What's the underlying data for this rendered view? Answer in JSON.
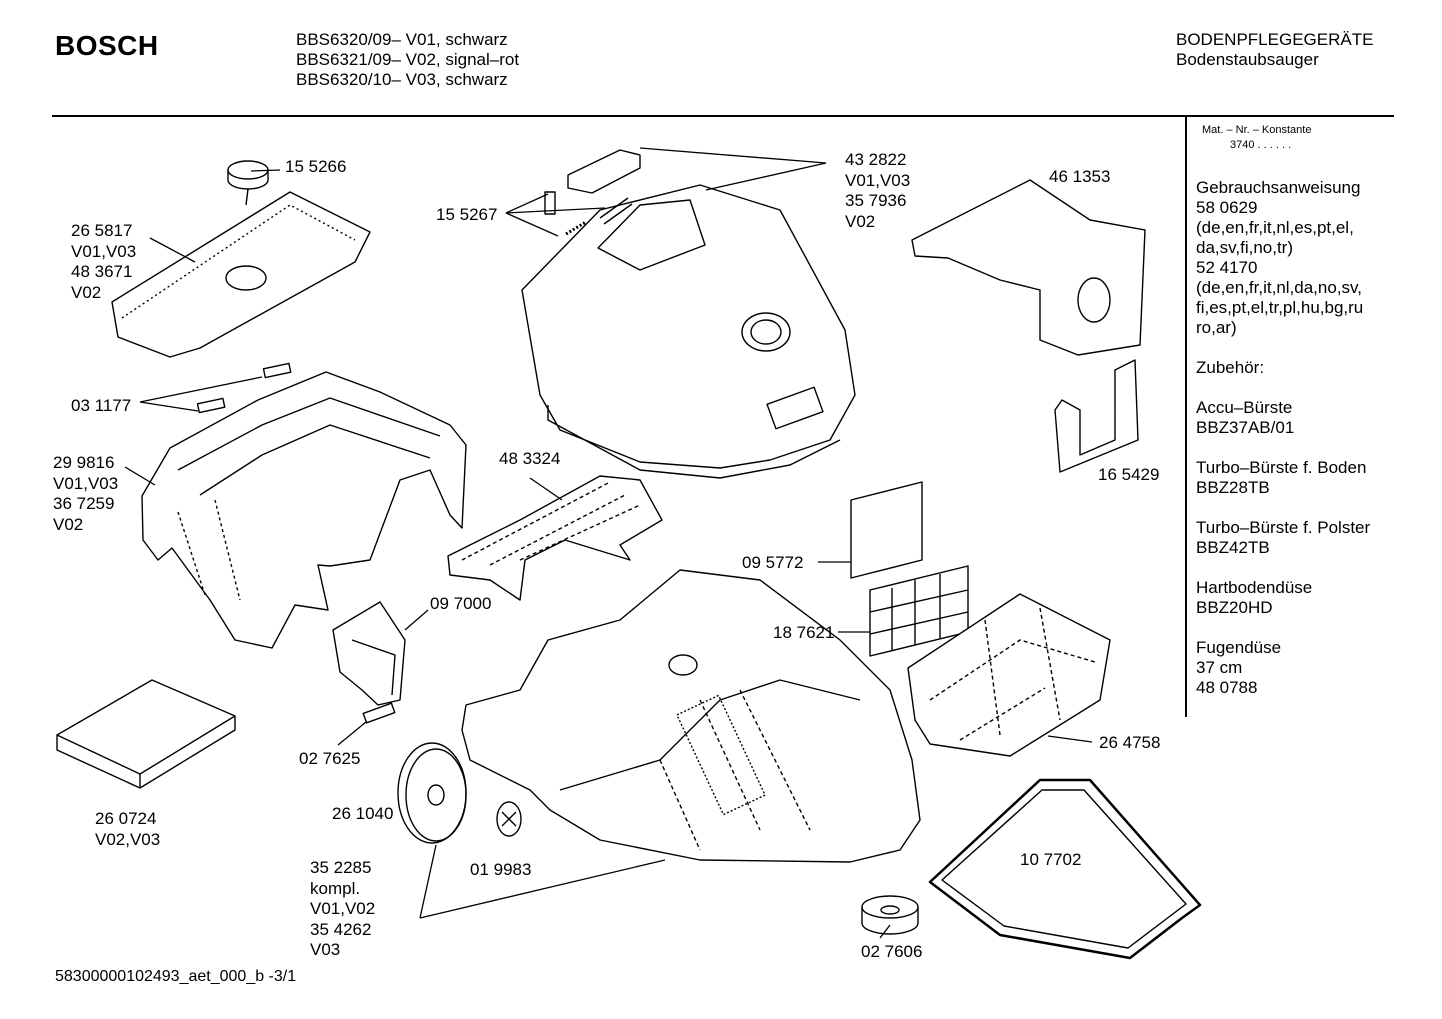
{
  "header": {
    "brand": "BOSCH",
    "models": [
      "BBS6320/09– V01, schwarz",
      "BBS6321/09– V02, signal–rot",
      "BBS6320/10– V03, schwarz"
    ],
    "category": "BODENPFLEGEGERÄTE",
    "subcategory": "Bodenstaubsauger"
  },
  "sidebar": {
    "mat_label": "Mat. – Nr. – Konstante",
    "mat_value": "3740  .  .   .  .  .  .",
    "lines": [
      "Gebrauchsanweisung",
      "58 0629",
      "(de,en,fr,it,nl,es,pt,el,",
      "da,sv,fi,no,tr)",
      "52 4170",
      "(de,en,fr,it,nl,da,no,sv,",
      "fi,es,pt,el,tr,pl,hu,bg,ru",
      "ro,ar)",
      "",
      "Zubehör:",
      "",
      "Accu–Bürste",
      "BBZ37AB/01",
      "",
      "Turbo–Bürste f. Boden",
      "BBZ28TB",
      "",
      "Turbo–Bürste f. Polster",
      "BBZ42TB",
      "",
      "Hartbodendüse",
      "BBZ20HD",
      "",
      "Fugendüse",
      "37 cm",
      "48 0788"
    ]
  },
  "parts": {
    "p155266": [
      "15 5266"
    ],
    "p265817": [
      "26 5817",
      "V01,V03",
      "48 3671",
      "V02"
    ],
    "p031177": [
      "03 1177"
    ],
    "p299816": [
      "29 9816",
      "V01,V03",
      "36 7259",
      "V02"
    ],
    "p155267": [
      "15 5267"
    ],
    "p432822": [
      "43 2822",
      "V01,V03",
      "35 7936",
      "V02"
    ],
    "p461353": [
      "46 1353"
    ],
    "p165429": [
      "16 5429"
    ],
    "p483324": [
      "48 3324"
    ],
    "p097000": [
      "09 7000"
    ],
    "p095772": [
      "09 5772"
    ],
    "p187621": [
      "18 7621"
    ],
    "p264758": [
      "26 4758"
    ],
    "p027625": [
      "02 7625"
    ],
    "p260724": [
      "26 0724",
      "V02,V03"
    ],
    "p261040": [
      "26 1040"
    ],
    "p019983": [
      "01 9983"
    ],
    "p352285": [
      "35 2285",
      "kompl.",
      "V01,V02",
      "35 4262",
      "V03"
    ],
    "p107702": [
      "10 7702"
    ],
    "p027606": [
      "02 7606"
    ]
  },
  "footer": {
    "doc_id": "58300000102493_aet_000_b -3/1"
  }
}
